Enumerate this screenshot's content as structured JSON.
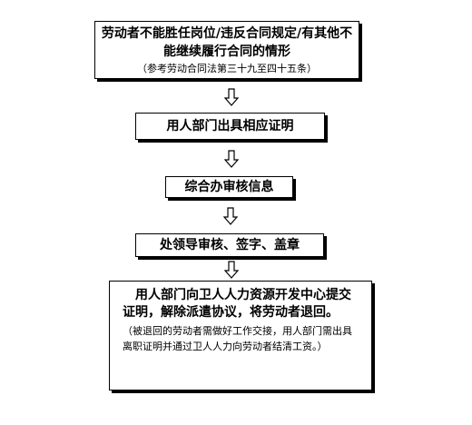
{
  "steps": [
    {
      "title": "劳动者不能胜任岗位/违反合同规定/有其他不能继续履行合同的情形",
      "note": "（参考劳动合同法第三十九至四十五条）"
    },
    {
      "title": "用人部门出具相应证明"
    },
    {
      "title": "综合办审核信息"
    },
    {
      "title": "处领导审核、签字、盖章"
    },
    {
      "title": "用人部门向卫人人力资源开发中心提交证明，解除派遣协议，将劳动者退回。",
      "note": "（被退回的劳动者需做好工作交接，用人部门需出具离职证明并通过卫人人力向劳动者结清工资。）"
    }
  ],
  "connectors": [
    {
      "from": 1,
      "to": 2,
      "icon": "down-arrow-icon"
    },
    {
      "from": 2,
      "to": 3,
      "icon": "down-arrow-icon"
    },
    {
      "from": 3,
      "to": 4,
      "icon": "down-arrow-icon"
    },
    {
      "from": 4,
      "to": 5,
      "icon": "down-arrow-icon"
    }
  ],
  "colors": {
    "border": "#000000",
    "background": "#ffffff",
    "text": "#000000"
  }
}
